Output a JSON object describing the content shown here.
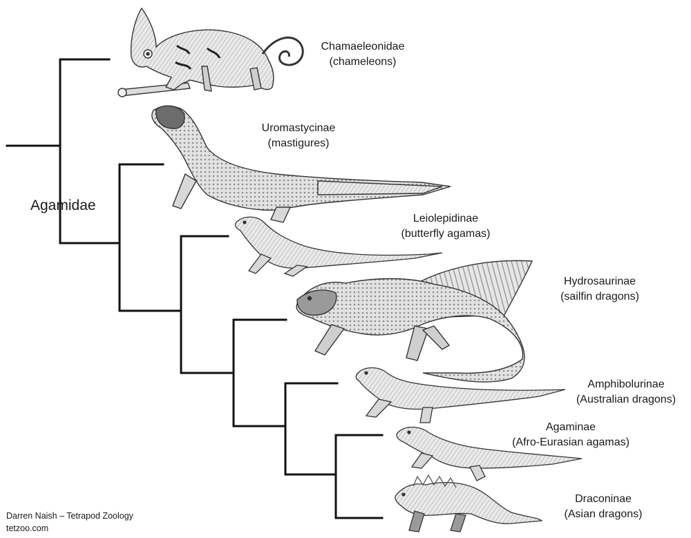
{
  "clade": {
    "name": "Agamidae"
  },
  "taxa": [
    {
      "group": "Chamaeleonidae",
      "common": "(chameleons)"
    },
    {
      "group": "Uromastycinae",
      "common": "(mastigures)"
    },
    {
      "group": "Leiolepidinae",
      "common": "(butterfly agamas)"
    },
    {
      "group": "Hydrosaurinae",
      "common": "(sailfin dragons)"
    },
    {
      "group": "Amphibolurinae",
      "common": "(Australian dragons)"
    },
    {
      "group": "Agaminae",
      "common": "(Afro-Eurasian agamas)"
    },
    {
      "group": "Draconinae",
      "common": "(Asian dragons)"
    }
  ],
  "credit": {
    "author": "Darren Naish – Tetrapod Zoology",
    "site": "tetzoo.com"
  },
  "colors": {
    "branch": "#111111",
    "ink": "#333333",
    "shade": "#bdbdbd",
    "paper": "#ffffff"
  }
}
